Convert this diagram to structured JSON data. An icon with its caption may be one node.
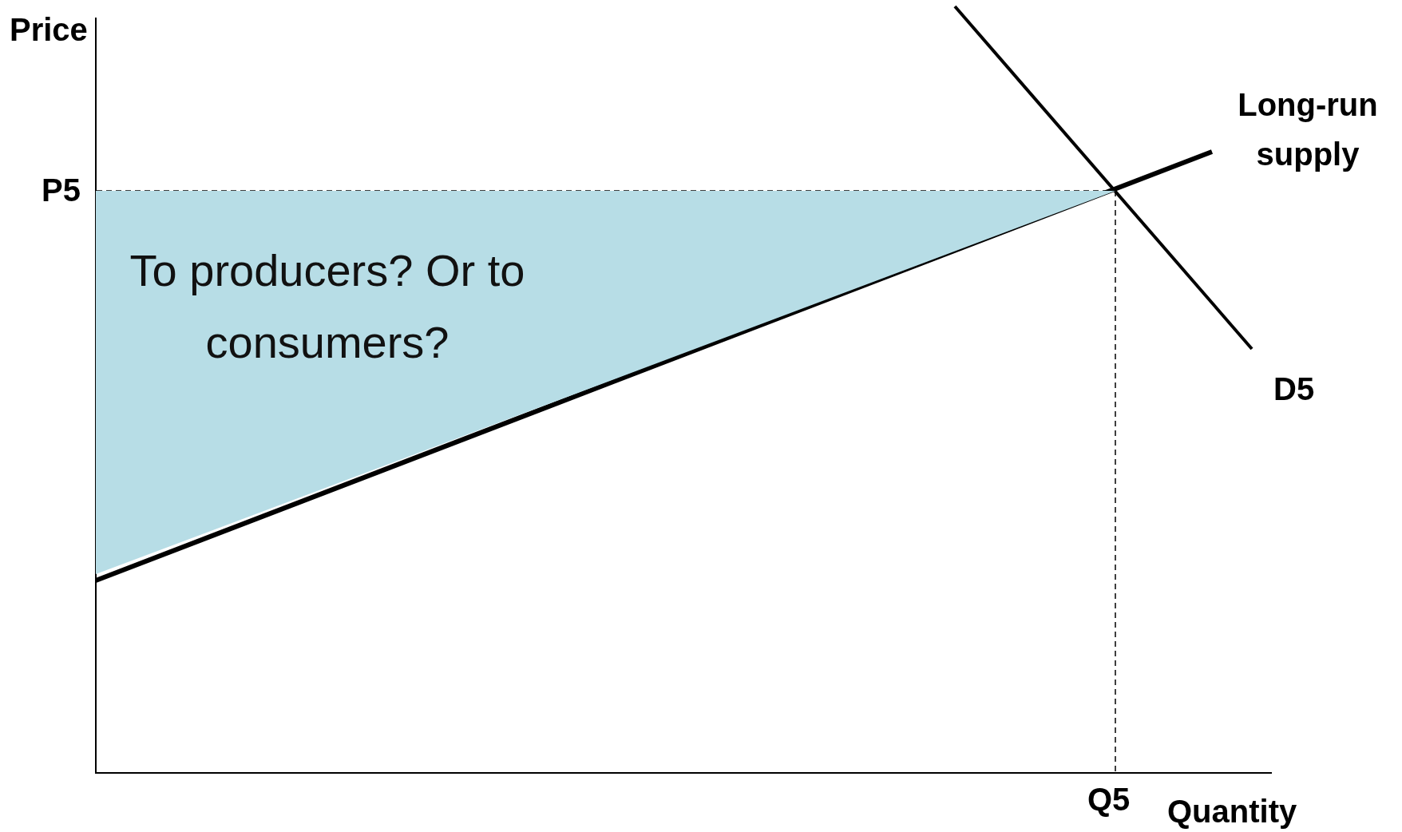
{
  "diagram": {
    "nodes": [
      {
        "text": [
          "To producers? Or to consumers?"
        ]
      }
    ],
    "edges": [],
    "labels": [
      "Price",
      "P5",
      "Long-run supply",
      "D5",
      "Q5",
      "Quantity"
    ]
  }
}
